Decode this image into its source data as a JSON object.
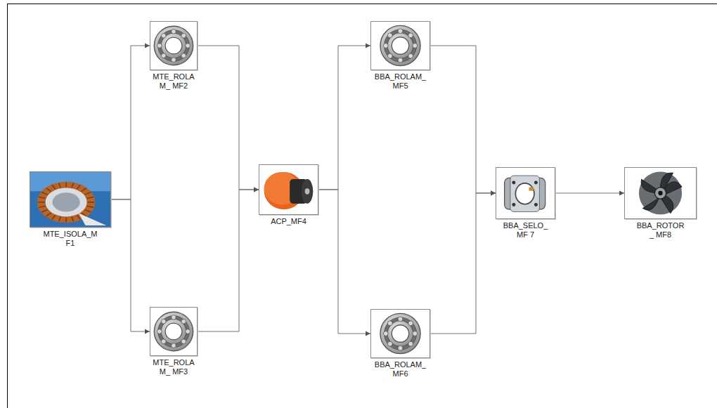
{
  "diagram": {
    "nodes": [
      {
        "text": [
          "MTE_ISOLA_M F1"
        ]
      },
      {
        "text": [
          "MTE_ROLAM_ MF2"
        ]
      },
      {
        "text": [
          "MTE_ROLAM_ MF3"
        ]
      },
      {
        "text": [
          "ACP_MF4"
        ]
      },
      {
        "text": [
          "BBA_ROLAM_ MF5"
        ]
      },
      {
        "text": [
          "BBA_ROLAM_ MF6"
        ]
      },
      {
        "text": [
          "BBA_SELO_MF 7"
        ]
      },
      {
        "text": [
          "BBA_ROTOR_ MF8"
        ]
      }
    ],
    "edges": [
      {
        "from": 0,
        "to": 1,
        "arrow": "to"
      },
      {
        "from": 0,
        "to": 2,
        "arrow": "to"
      },
      {
        "from": 1,
        "to": 3,
        "arrow": "to"
      },
      {
        "from": 2,
        "to": 3,
        "arrow": "to"
      },
      {
        "from": 3,
        "to": 4,
        "arrow": "to"
      },
      {
        "from": 3,
        "to": 5,
        "arrow": "to"
      },
      {
        "from": 4,
        "to": 6,
        "arrow": "to"
      },
      {
        "from": 5,
        "to": 6,
        "arrow": "to"
      },
      {
        "from": 6,
        "to": 7,
        "arrow": "to"
      }
    ]
  }
}
